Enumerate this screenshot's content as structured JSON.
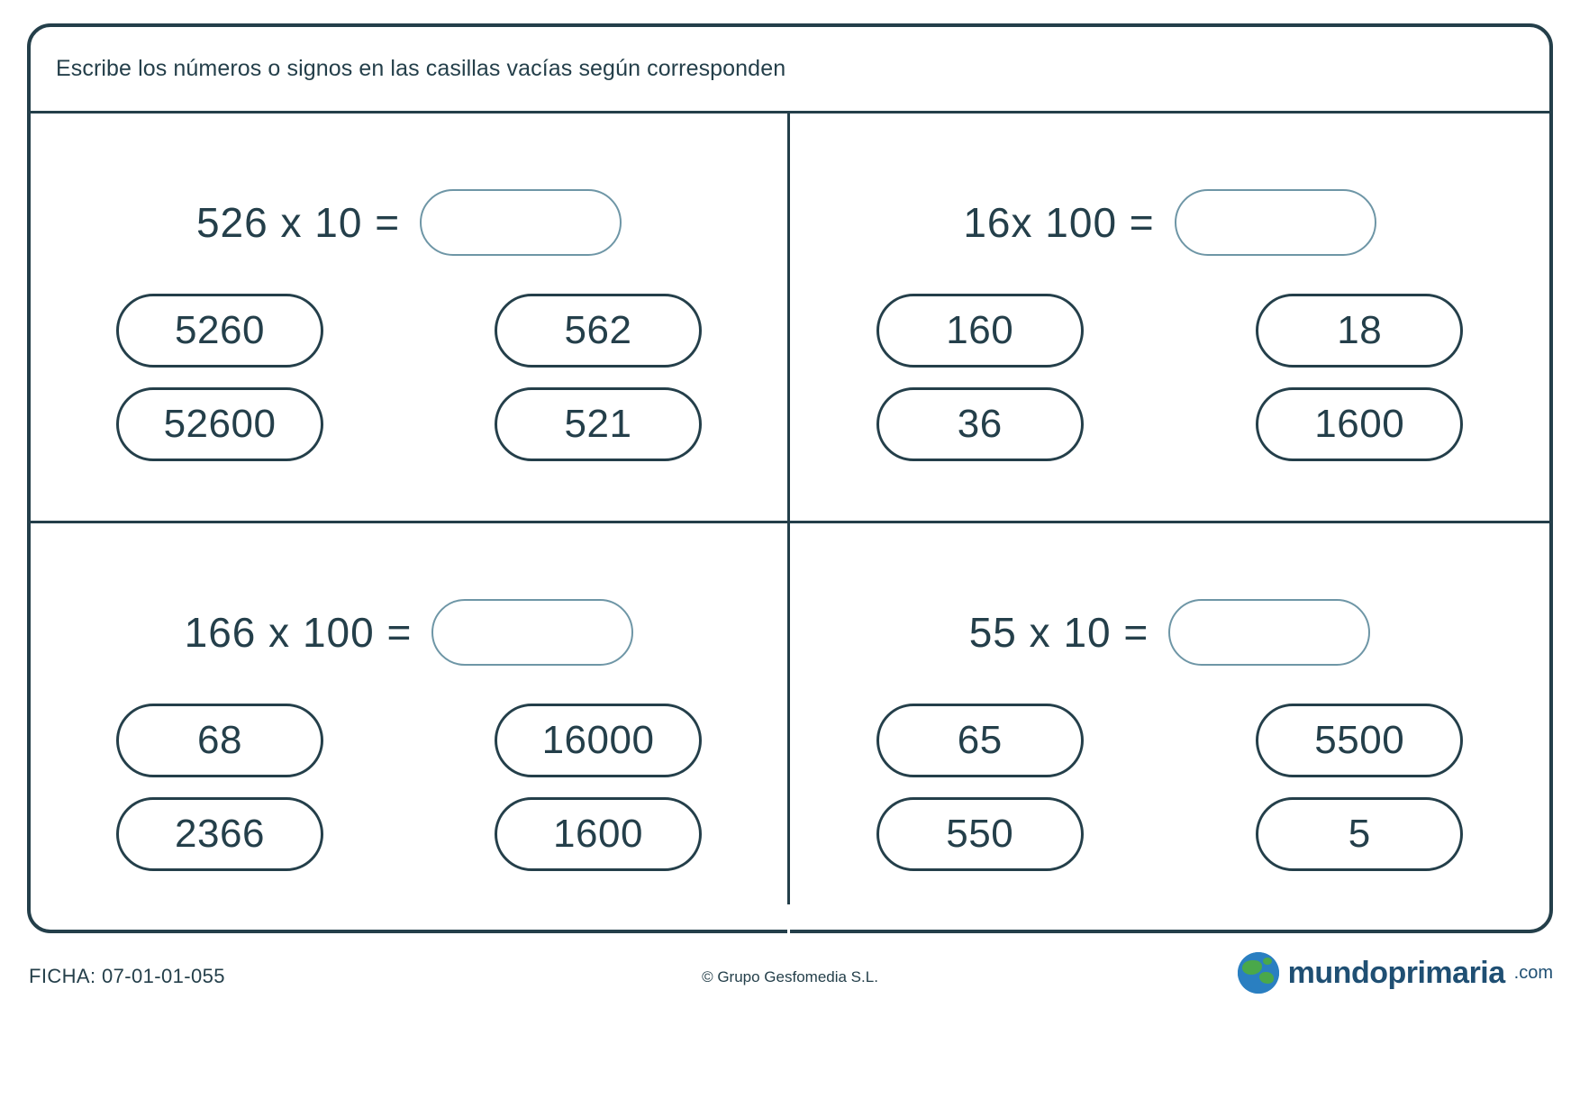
{
  "instruction": "Escribe los números o signos en las casillas vacías según corresponden",
  "exercises": [
    {
      "equation": "526 x 10 =",
      "answer_value": "",
      "options": [
        "5260",
        "562",
        "52600",
        "521"
      ]
    },
    {
      "equation": "16x 100 =",
      "answer_value": "",
      "options": [
        "160",
        "18",
        "36",
        "1600"
      ]
    },
    {
      "equation": "166 x 100 =",
      "answer_value": "",
      "options": [
        "68",
        "16000",
        "2366",
        "1600"
      ]
    },
    {
      "equation": "55 x 10 =",
      "answer_value": "",
      "options": [
        "65",
        "5500",
        "550",
        "5"
      ]
    }
  ],
  "footer": {
    "ficha": "FICHA: 07-01-01-055",
    "copyright": "© Grupo Gesfomedia S.L.",
    "brand_name": "mundoprimaria",
    "brand_suffix": ".com"
  },
  "colors": {
    "ink": "#243f4a",
    "answer_outline": "#6e96a6",
    "brand_blue": "#1f4f73",
    "globe_blue": "#2a7fc1",
    "globe_green": "#4aa84a"
  }
}
